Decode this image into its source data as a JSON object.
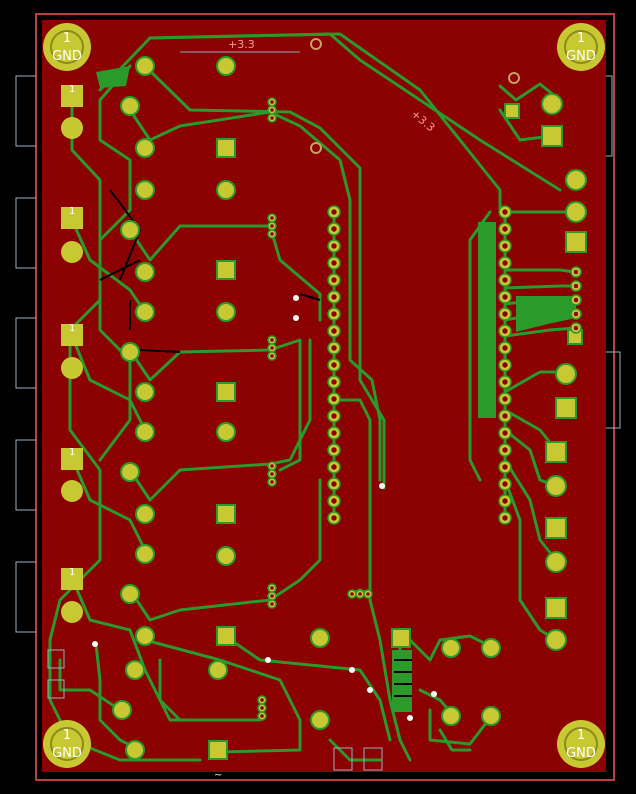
{
  "colors": {
    "background": "#000000",
    "board": "#8b0000",
    "trace": "#2a9a2a",
    "outline": "#b84040",
    "pad": "#c8c832",
    "silkscreen": "#e6e6e6",
    "netlabel": "#ff9a9a"
  },
  "net_labels": {
    "top_rail": "+3.3",
    "diagonal_rail": "+3.3"
  },
  "mounting_holes": {
    "top_left": {
      "number": "1",
      "net": "GND"
    },
    "top_right": {
      "number": "1",
      "net": "GND"
    },
    "bottom_left": {
      "number": "1",
      "net": "GND"
    },
    "bottom_right": {
      "number": "1",
      "net": "GND"
    }
  },
  "terminal_blocks": {
    "pin_number": "1"
  },
  "footer_mark": "~"
}
